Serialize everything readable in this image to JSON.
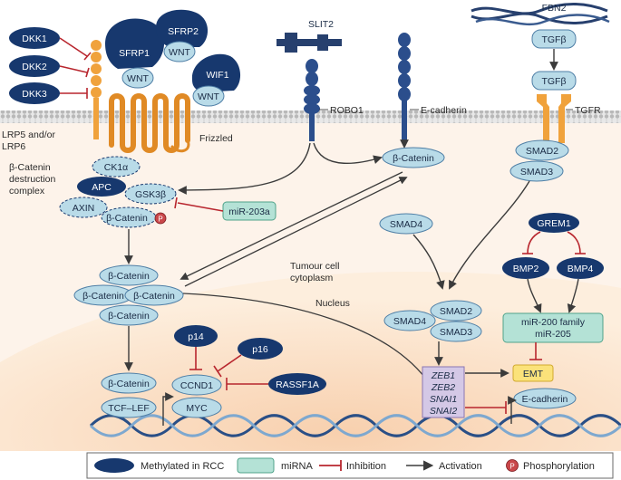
{
  "extracellular": {
    "dkk1": "DKK1",
    "dkk2": "DKK2",
    "dkk3": "DKK3",
    "sfrp1": "SFRP1",
    "sfrp2": "SFRP2",
    "wif1": "WIF1",
    "wnt": "WNT",
    "slit2": "SLIT2",
    "fbn2": "FBN2",
    "tgfb": "TGFβ"
  },
  "membrane": {
    "lrp_line1": "LRP5 and/or",
    "lrp_line2": "LRP6",
    "frizzled": "Frizzled",
    "robo1": "ROBO1",
    "ecadherin": "E-cadherin",
    "tgfr": "TGFR"
  },
  "cytoplasm": {
    "complex_line1": "β-Catenin",
    "complex_line2": "destruction",
    "complex_line3": "complex",
    "ck1a": "CK1α",
    "apc": "APC",
    "gsk3b": "GSK3β",
    "axin": "AXIN",
    "bcatenin": "β-Catenin",
    "phospho_symbol": "P",
    "mir203a": "miR-203a",
    "smad2": "SMAD2",
    "smad3": "SMAD3",
    "smad4": "SMAD4",
    "grem1": "GREM1",
    "bmp2": "BMP2",
    "bmp4": "BMP4",
    "region_line1": "Tumour cell",
    "region_line2": "cytoplasm"
  },
  "nucleus": {
    "label": "Nucleus",
    "bcatenin": "β-Catenin",
    "smad2": "SMAD2",
    "smad3": "SMAD3",
    "smad4": "SMAD4",
    "p14": "p14",
    "p16": "p16",
    "ccnd1": "CCND1",
    "myc": "MYC",
    "rassf1a": "RASSF1A",
    "tcf_lef": "TCF–LEF",
    "zeb1": "ZEB1",
    "zeb2": "ZEB2",
    "snai1": "SNAI1",
    "snai2": "SNAI2",
    "mir_line1": "miR-200 family",
    "mir_line2": "miR-205",
    "emt": "EMT",
    "ecadherin": "E-cadherin"
  },
  "legend": {
    "methylated": "Methylated in RCC",
    "mirna": "miRNA",
    "inhibition": "Inhibition",
    "activation": "Activation",
    "phosphorylation": "Phosphorylation",
    "p_symbol": "P"
  },
  "colors": {
    "methylated": "#17386e",
    "node_light": "#b9dbe8",
    "node_stroke": "#4f7fa6",
    "mirna": "#b4e2d6",
    "mirna_stroke": "#4fa38a",
    "inhibition": "#b8262e",
    "activation": "#3b3b3b",
    "receptor_orange": "#f0a23c",
    "emt_yellow": "#fbe27a",
    "zeb_purple": "#d4c8e6",
    "nucleus_bg": "#fbe3cc",
    "cytoplasm_bg": "#fdf1e6"
  }
}
